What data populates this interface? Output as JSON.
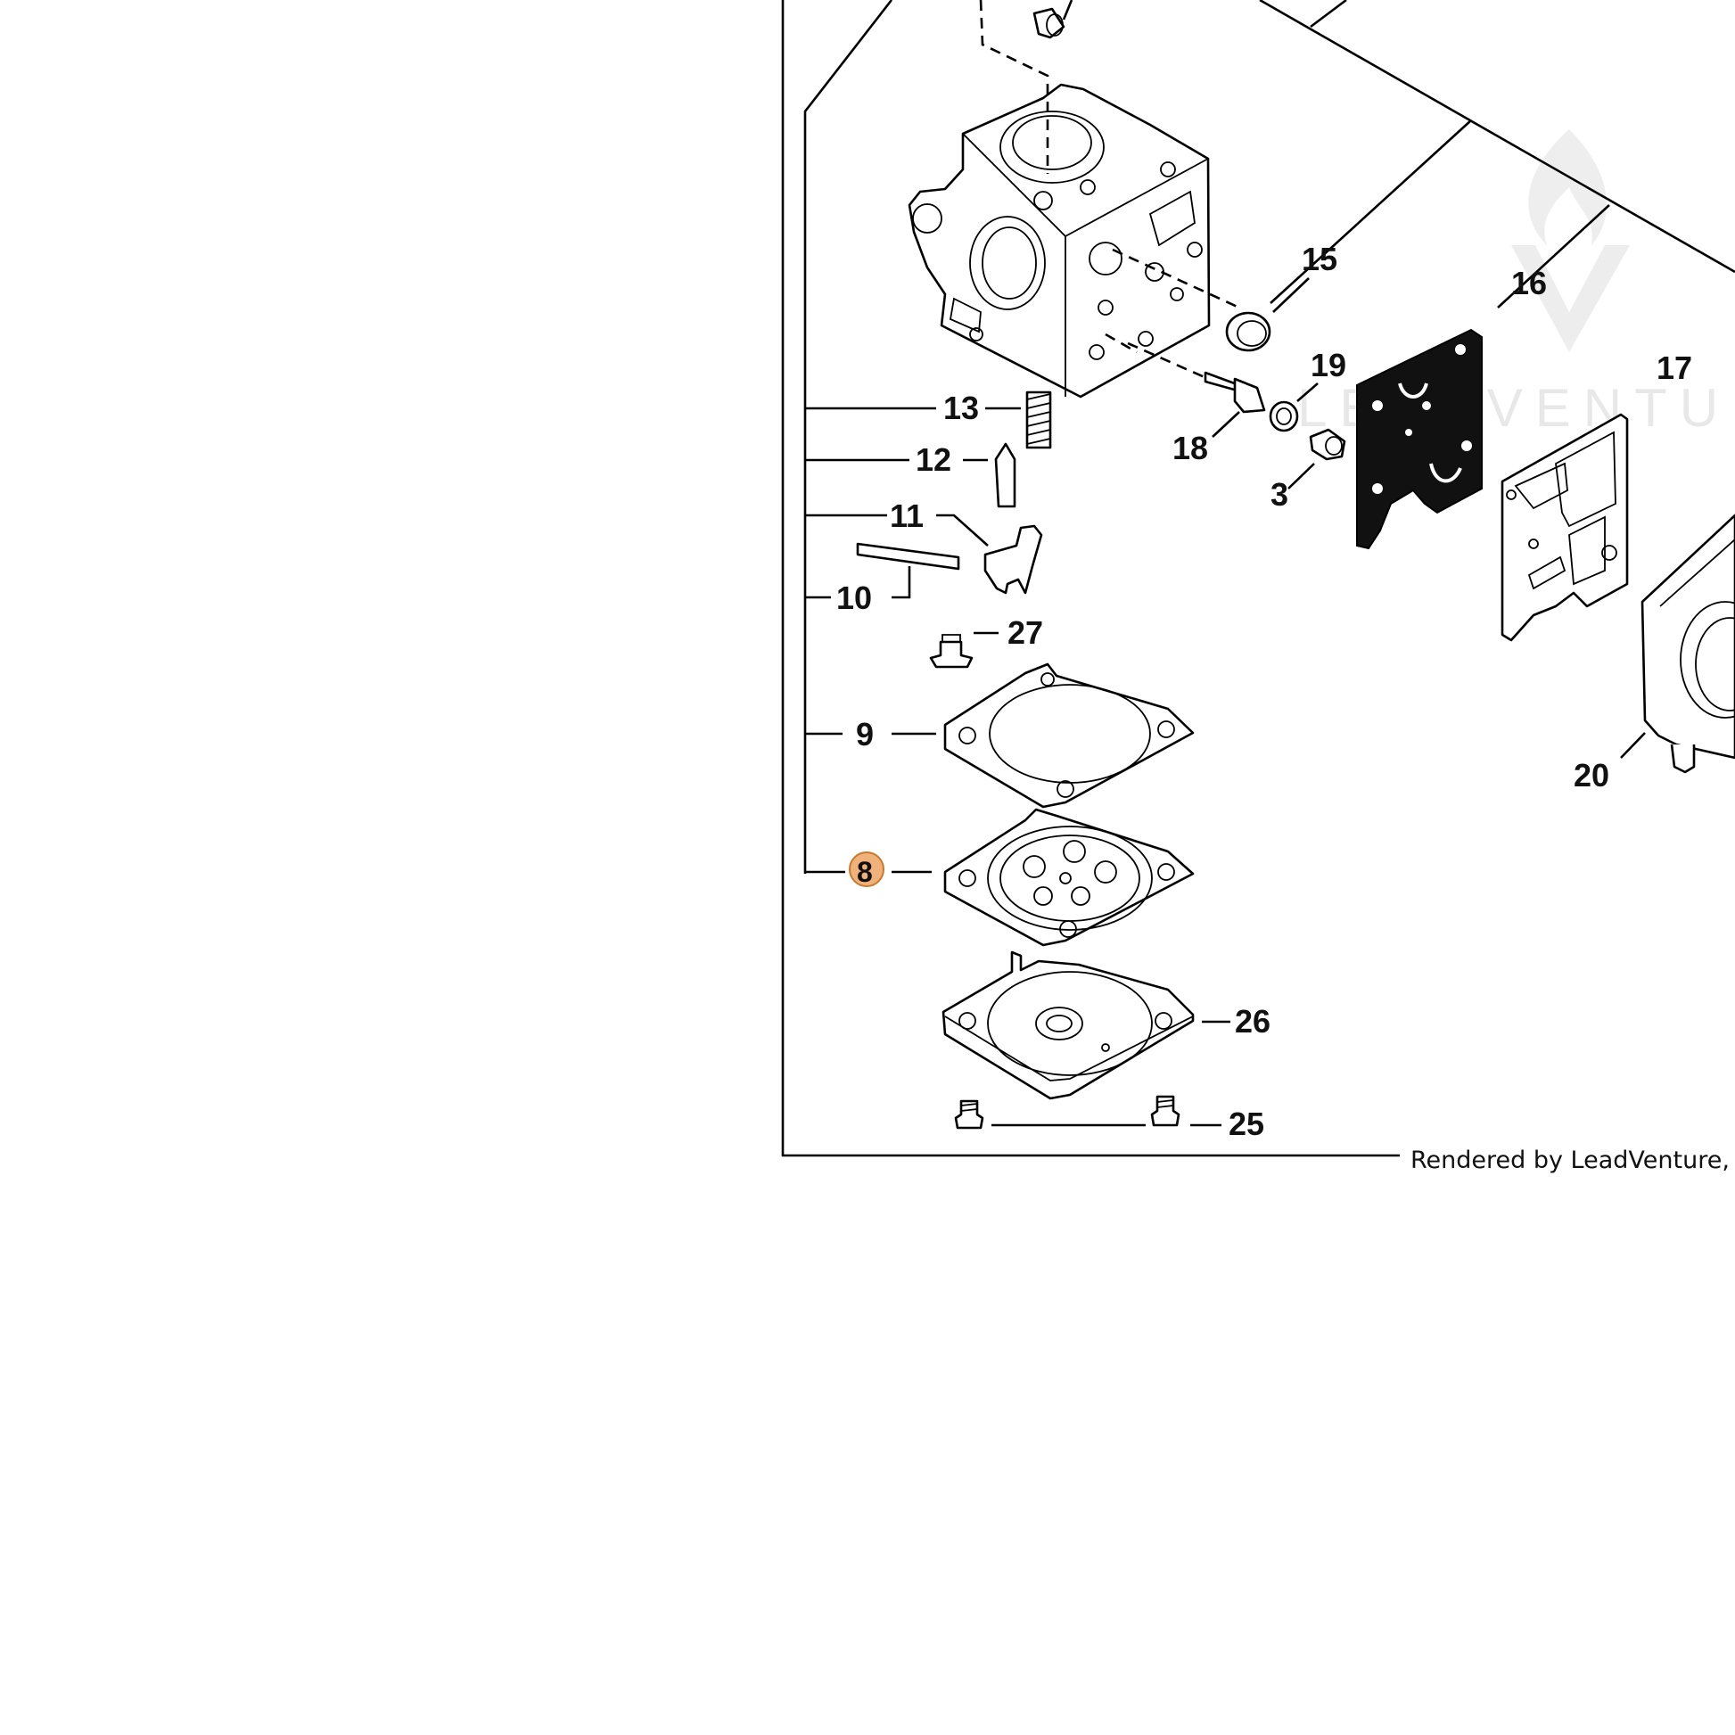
{
  "diagram": {
    "callouts": [
      {
        "id": "15",
        "label": "15"
      },
      {
        "id": "16",
        "label": "16"
      },
      {
        "id": "17",
        "label": "17"
      },
      {
        "id": "19",
        "label": "19"
      },
      {
        "id": "18",
        "label": "18"
      },
      {
        "id": "3",
        "label": "3"
      },
      {
        "id": "13",
        "label": "13"
      },
      {
        "id": "12",
        "label": "12"
      },
      {
        "id": "11",
        "label": "11"
      },
      {
        "id": "10",
        "label": "10"
      },
      {
        "id": "27",
        "label": "27"
      },
      {
        "id": "9",
        "label": "9"
      },
      {
        "id": "8",
        "label": "8",
        "highlighted": true
      },
      {
        "id": "26",
        "label": "26"
      },
      {
        "id": "25",
        "label": "25"
      },
      {
        "id": "20",
        "label": "20"
      }
    ],
    "highlight_color": "#f0b27a",
    "highlight_border": "#c77a2e",
    "credit": "Rendered by LeadVenture, Inc.",
    "watermark": "LEADVENTURE"
  }
}
